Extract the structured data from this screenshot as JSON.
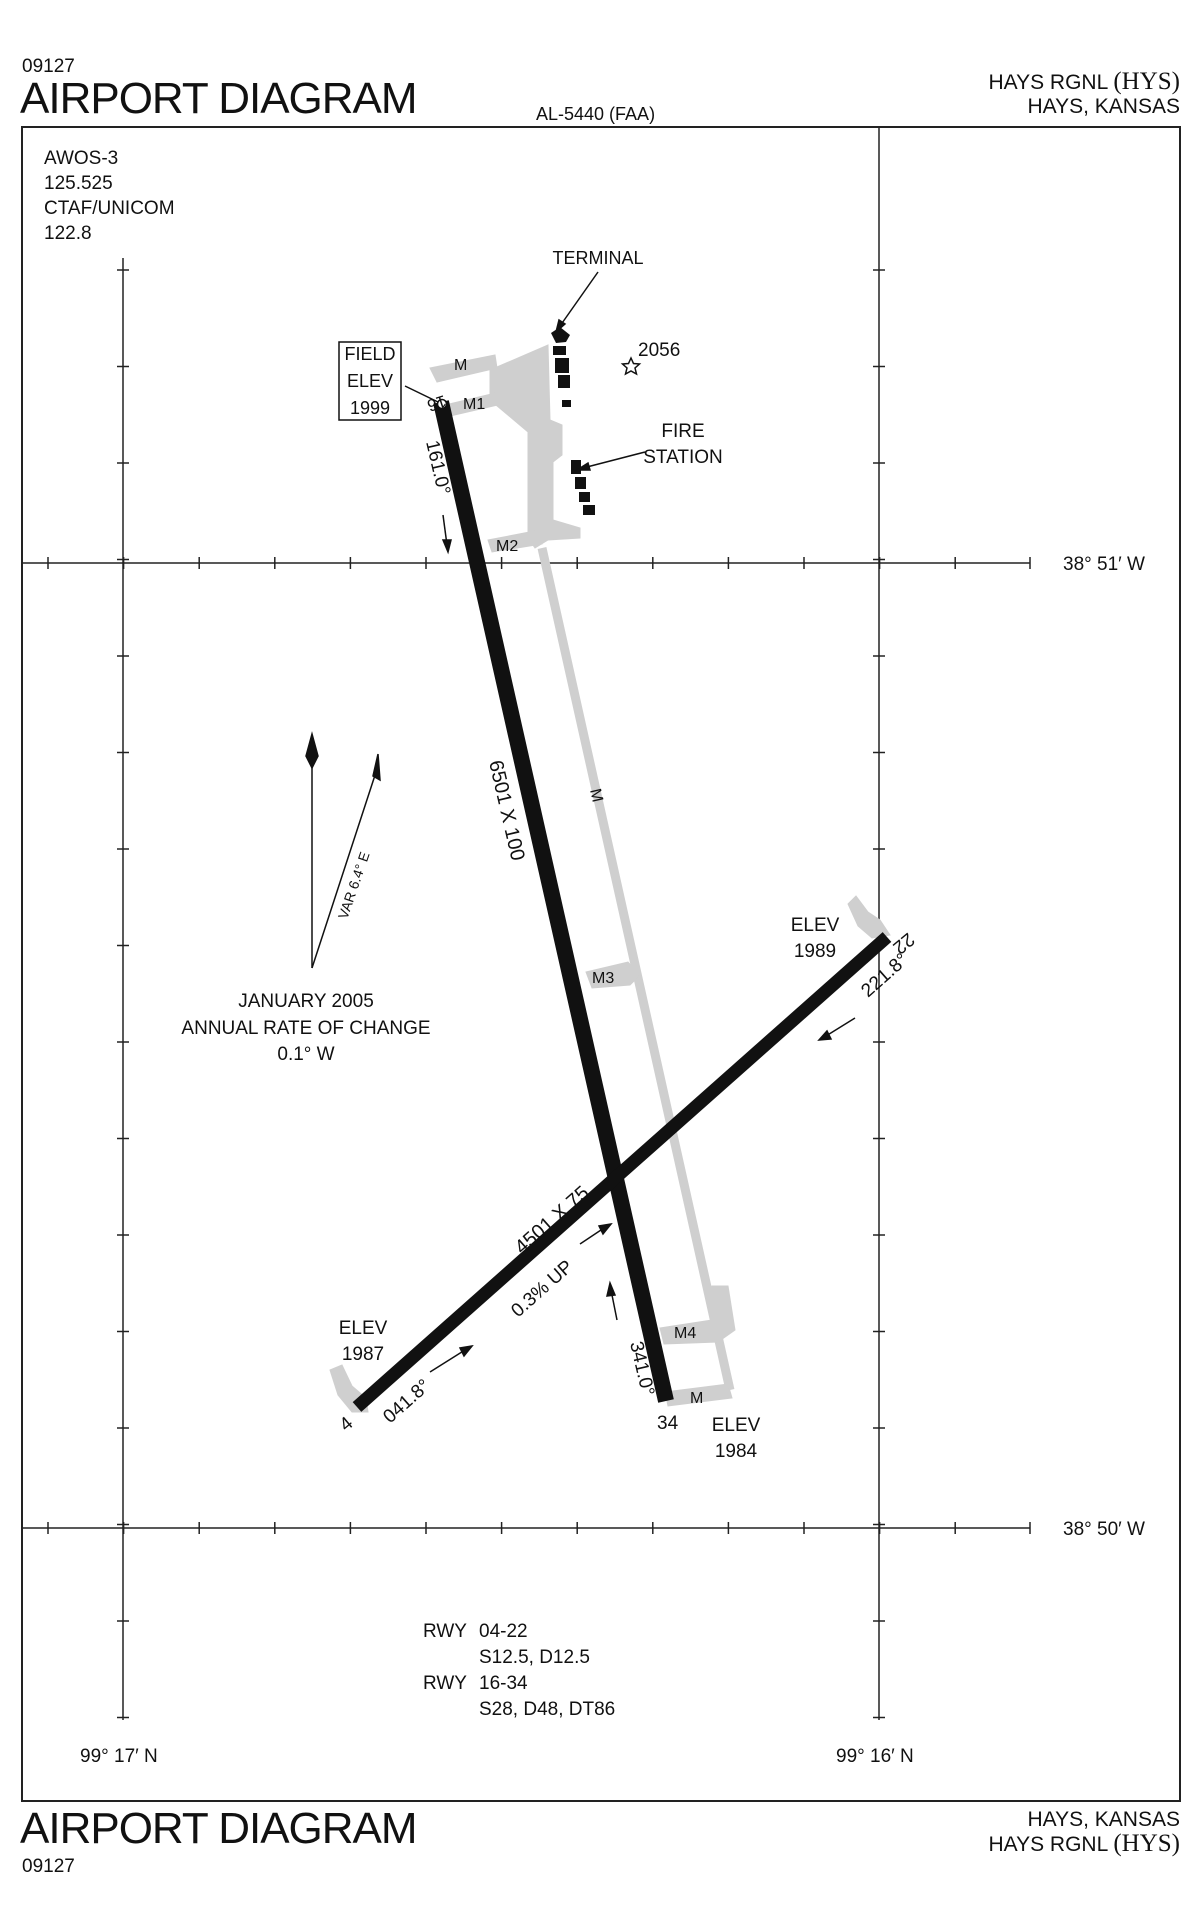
{
  "header": {
    "cycle": "09127",
    "title": "AIRPORT DIAGRAM",
    "doc_number": "AL-5440 (FAA)",
    "airport_name": "HAYS RGNL",
    "airport_ident": "(HYS)",
    "location": "HAYS,  KANSAS"
  },
  "frequencies": {
    "awos_label": "AWOS-3",
    "awos_freq": "125.525",
    "ctaf_label": "CTAF/UNICOM",
    "ctaf_freq": "122.8"
  },
  "field_elev": {
    "line1": "FIELD",
    "line2": "ELEV",
    "value": "1999"
  },
  "labels": {
    "terminal": "TERMINAL",
    "obstacle_elev": "2056",
    "fire_station_1": "FIRE",
    "fire_station_2": "STATION",
    "elev_word": "ELEV",
    "elev_22": "1989",
    "elev_4": "1987",
    "elev_34": "1984"
  },
  "runways": {
    "rwy_16": "16",
    "rwy_34": "34",
    "rwy_4": "4",
    "rwy_22": "22",
    "dims_16_34": "6501 X 100",
    "dims_04_22": "4501 X 75",
    "slope_04_22": "0.3% UP",
    "hdg_161": "161.0°",
    "hdg_341": "341.0°",
    "hdg_041": "041.8°",
    "hdg_221": "221.8°"
  },
  "taxiways": {
    "m": "M",
    "m1": "M1",
    "m2": "M2",
    "m3": "M3",
    "m4": "M4"
  },
  "magnetic": {
    "variation": "VAR 6.4° E",
    "date": "JANUARY 2005",
    "rate_label": "ANNUAL RATE OF CHANGE",
    "rate_value": "0.1° W"
  },
  "coordinates": {
    "lat_top": "38° 51′ W",
    "lat_bottom": "38° 50′ W",
    "lon_left": "99° 17′ N",
    "lon_right": "99° 16′ N"
  },
  "strength": {
    "rwy_a_label": "RWY",
    "rwy_a": "04-22",
    "rwy_a_values": "S12.5, D12.5",
    "rwy_b_label": "RWY",
    "rwy_b": "16-34",
    "rwy_b_values": "S28, D48, DT86"
  },
  "footer": {
    "title": "AIRPORT DIAGRAM",
    "cycle": "09127",
    "location": "HAYS,  KANSAS",
    "airport_name": "HAYS RGNL",
    "airport_ident": "(HYS)"
  },
  "colors": {
    "runway": "#111111",
    "taxiway": "#cfcfcf",
    "ink": "#111111"
  }
}
